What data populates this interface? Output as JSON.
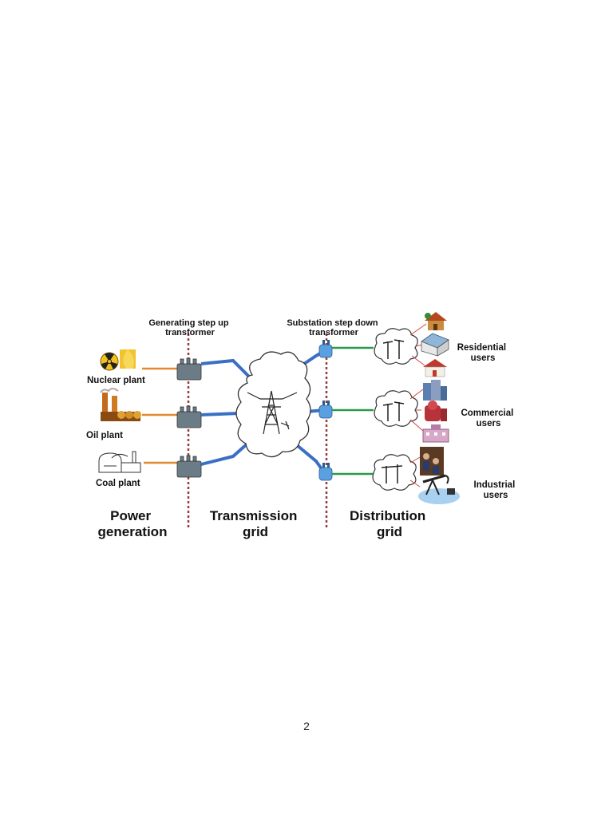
{
  "labels": {
    "gen_transformer": [
      "Generating step up",
      "transformer"
    ],
    "sub_transformer": [
      "Substation step down",
      "transformer"
    ],
    "nuclear": "Nuclear plant",
    "oil": "Oil plant",
    "coal": "Coal plant",
    "residential": [
      "Residential",
      "users"
    ],
    "commercial": [
      "Commercial",
      "users"
    ],
    "industrial": [
      "Industrial",
      "users"
    ]
  },
  "sections": {
    "power": [
      "Power",
      "generation"
    ],
    "transmission": [
      "Transmission",
      "grid"
    ],
    "distribution": [
      "Distribution",
      "grid"
    ]
  },
  "colors": {
    "transmission_line": "#3a6fc4",
    "generator_line": "#e08a2e",
    "distribution_line": "#2a9a48",
    "divider": "#9a3a3a",
    "consumer_line": "#cc4444",
    "substation": "#5aa0e0"
  },
  "page_number": "2"
}
